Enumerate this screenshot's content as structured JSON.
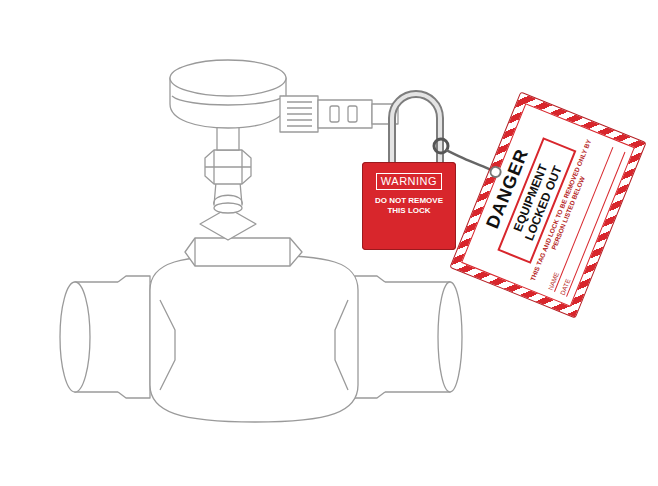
{
  "diagram": {
    "nodes": [
      {
        "text": [
          "WARNING",
          "DO NOT REMOVE THIS LOCK"
        ]
      },
      {
        "text": [
          "DANGER",
          "EQUIPMENT LOCKED OUT",
          "THIS TAG AND LOCK TO BE REMOVED ONLY BY PERSON LISTED BELOW",
          "NAME",
          "DATE"
        ]
      }
    ]
  }
}
